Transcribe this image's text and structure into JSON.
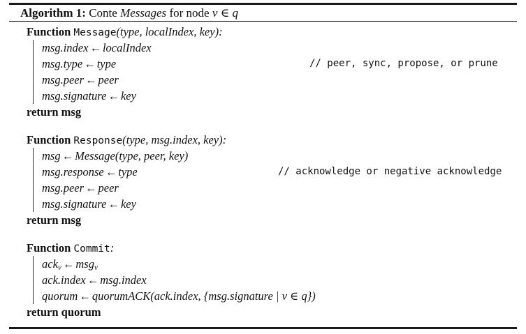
{
  "caption": {
    "label": "Algorithm 1:",
    "text_before": "Conte",
    "emph": "Messages",
    "text_after": "for node",
    "math_var": "v",
    "math_rel": "∈",
    "math_set": "q"
  },
  "keywords": {
    "function": "Function",
    "return": "return"
  },
  "symbols": {
    "assign_arrow": "←",
    "element_of": "∈",
    "comment_prefix": "//"
  },
  "functions": [
    {
      "name": "Message",
      "signature_args": "(type, localIndex, key):",
      "signature_parts": [
        {
          "text": "(",
          "style": "roman"
        },
        {
          "text": "type",
          "style": "italic"
        },
        {
          "text": ", ",
          "style": "roman"
        },
        {
          "text": "localIndex",
          "style": "italic"
        },
        {
          "text": ", ",
          "style": "roman"
        },
        {
          "text": "key",
          "style": "italic"
        },
        {
          "text": "):",
          "style": "roman"
        }
      ],
      "body": [
        {
          "lhs": "msg.index",
          "rhs": "localIndex",
          "comment": ""
        },
        {
          "lhs": "msg.type",
          "rhs": "type",
          "comment": "// peer, sync, propose, or prune"
        },
        {
          "lhs": "msg.peer",
          "rhs": "peer",
          "comment": ""
        },
        {
          "lhs": "msg.signature",
          "rhs": "key",
          "comment": ""
        }
      ],
      "return_value": "msg"
    },
    {
      "name": "Response",
      "signature_args": "(type, msg.index, key):",
      "signature_parts": [
        {
          "text": "(",
          "style": "roman"
        },
        {
          "text": "type",
          "style": "italic"
        },
        {
          "text": ", ",
          "style": "roman"
        },
        {
          "text": "msg.index",
          "style": "italic"
        },
        {
          "text": ", ",
          "style": "roman"
        },
        {
          "text": "key",
          "style": "italic"
        },
        {
          "text": "):",
          "style": "roman"
        }
      ],
      "body": [
        {
          "lhs": "msg",
          "rhs": "Message(type, peer, key)",
          "comment": ""
        },
        {
          "lhs": "msg.response",
          "rhs": "type",
          "comment": "// acknowledge or negative acknowledge"
        },
        {
          "lhs": "msg.peer",
          "rhs": "peer",
          "comment": ""
        },
        {
          "lhs": "msg.signature",
          "rhs": "key",
          "comment": ""
        }
      ],
      "return_value": "msg"
    },
    {
      "name": "Commit",
      "signature_args": ":",
      "signature_parts": [
        {
          "text": ":",
          "style": "roman"
        }
      ],
      "body": [
        {
          "lhs": "ack_v",
          "rhs": "msg_v",
          "comment": ""
        },
        {
          "lhs": "ack.index",
          "rhs": "msg.index",
          "comment": ""
        },
        {
          "lhs": "quorum",
          "rhs": "quorumACK(ack.index, {msg.signature | v ∈ q})",
          "comment": ""
        }
      ],
      "return_value": "quorum"
    }
  ],
  "colors": {
    "rule": "#1a1a1a",
    "text": "#111111",
    "background": "#ffffff",
    "guide_bar": "#2b2b2b"
  }
}
